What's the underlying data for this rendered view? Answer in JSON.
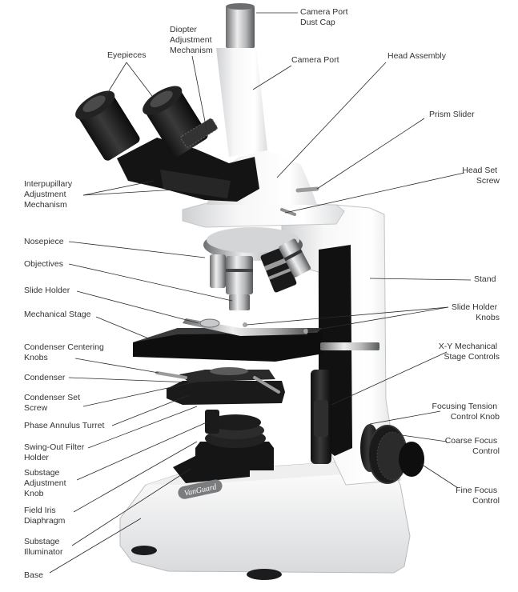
{
  "brand": "VanGuard",
  "labels": {
    "camera_port_dust_cap": [
      "Camera Port",
      "Dust Cap"
    ],
    "diopter_adjustment_mechanism": [
      "Diopter",
      "Adjustment",
      "Mechanism"
    ],
    "eyepieces": [
      "Eyepieces"
    ],
    "camera_port": [
      "Camera Port"
    ],
    "head_assembly": [
      "Head Assembly"
    ],
    "prism_slider": [
      "Prism Slider"
    ],
    "head_set_screw": [
      "Head Set",
      "Screw"
    ],
    "interpupillary_adjustment_mechanism": [
      "Interpupillary",
      "Adjustment",
      "Mechanism"
    ],
    "nosepiece": [
      "Nosepiece"
    ],
    "objectives": [
      "Objectives"
    ],
    "stand": [
      "Stand"
    ],
    "slide_holder": [
      "Slide Holder"
    ],
    "slide_holder_knobs": [
      "Slide Holder",
      "Knobs"
    ],
    "mechanical_stage": [
      "Mechanical Stage"
    ],
    "condenser_centering_knobs": [
      "Condenser Centering",
      "Knobs"
    ],
    "xy_mechanical_stage_controls": [
      "X-Y Mechanical",
      "Stage Controls"
    ],
    "condenser": [
      "Condenser"
    ],
    "condenser_set_screw": [
      "Condenser Set",
      "Screw"
    ],
    "focusing_tension_control_knob": [
      "Focusing Tension",
      "Control Knob"
    ],
    "phase_annulus_turret": [
      "Phase Annulus Turret"
    ],
    "coarse_focus_control": [
      "Coarse Focus",
      "Control"
    ],
    "swing_out_filter_holder": [
      "Swing-Out Filter",
      "Holder"
    ],
    "substage_adjustment_knob": [
      "Substage",
      "Adjustment",
      "Knob"
    ],
    "fine_focus_control": [
      "Fine Focus",
      "Control"
    ],
    "field_iris_diaphragm": [
      "Field Iris",
      "Diaphragm"
    ],
    "substage_illuminator": [
      "Substage",
      "Illuminator"
    ],
    "base": [
      "Base"
    ]
  }
}
